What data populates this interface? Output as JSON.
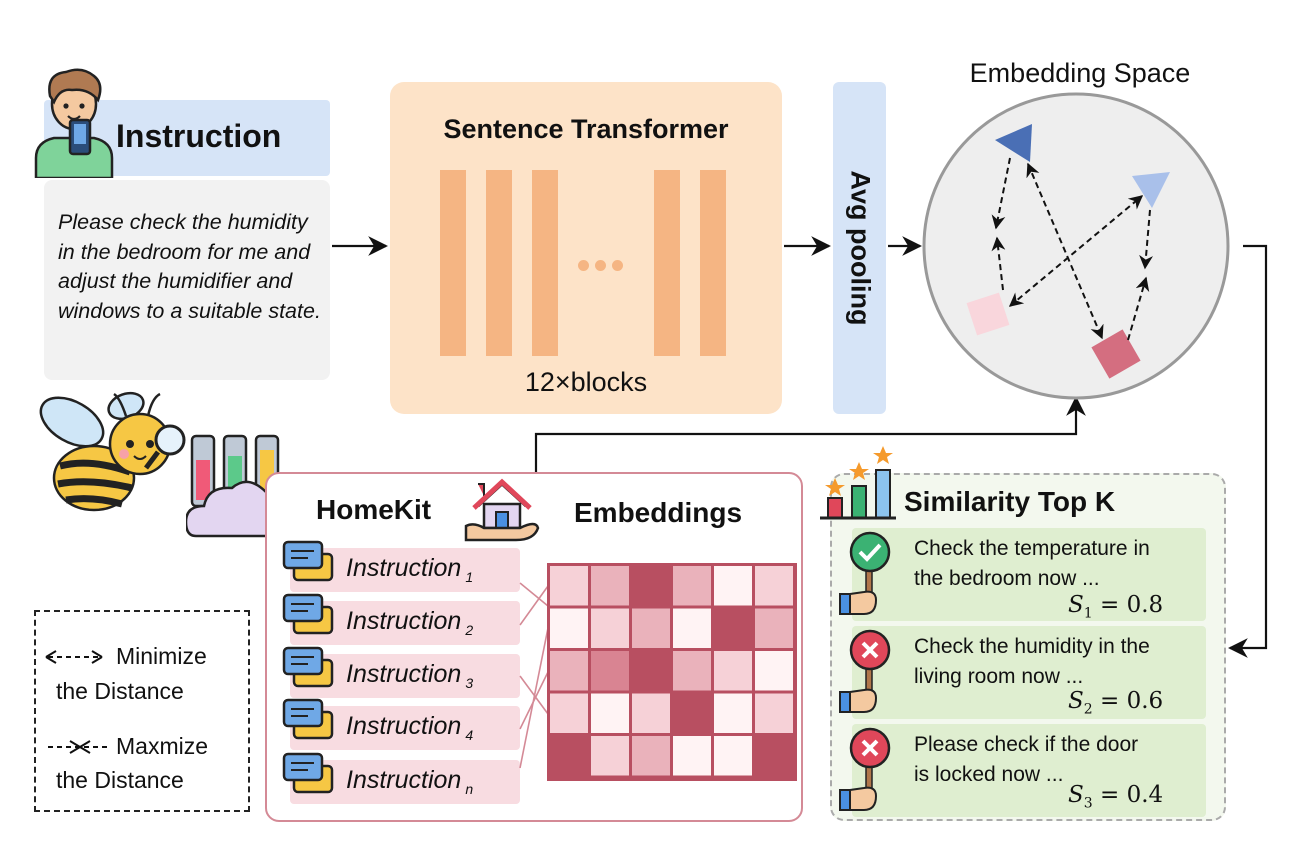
{
  "instruction": {
    "title": "Instruction",
    "text": "Please check the humidity in the bedroom for me and adjust the humidifier and windows to a suitable state."
  },
  "transformer": {
    "title": "Sentence Transformer",
    "subtitle": "12×blocks"
  },
  "pooling": {
    "label": "Avg pooling"
  },
  "embedding_space": {
    "title": "Embedding Space"
  },
  "homekit": {
    "title": "HomeKit",
    "embeddings_label": "Embeddings",
    "instructions": [
      {
        "label": "Instruction",
        "sub": "1"
      },
      {
        "label": "Instruction",
        "sub": "2"
      },
      {
        "label": "Instruction",
        "sub": "3"
      },
      {
        "label": "Instruction",
        "sub": "4"
      },
      {
        "label": "Instruction",
        "sub": "n"
      }
    ],
    "matrix": [
      [
        1,
        2,
        4,
        2,
        0,
        1
      ],
      [
        0,
        1,
        2,
        0,
        4,
        2
      ],
      [
        2,
        3,
        4,
        2,
        1,
        0
      ],
      [
        1,
        0,
        1,
        4,
        0,
        1
      ],
      [
        4,
        1,
        2,
        0,
        0,
        4
      ]
    ],
    "matrix_colors": [
      "#fff3f4",
      "#f6d1d7",
      "#eab2bb",
      "#d98492",
      "#b84f61"
    ]
  },
  "legend": {
    "minimize_line1": "Minimize",
    "minimize_line2": "the Distance",
    "maximize_line1": "Maxmize",
    "maximize_line2": "the Distance"
  },
  "similarity": {
    "title": "Similarity Top K",
    "results": [
      {
        "line1": "Check the temperature in",
        "line2": "the bedroom now ...",
        "score_label": "S",
        "score_sub": "1",
        "score_value": "= 0.8",
        "status": "match"
      },
      {
        "line1": "Check the humidity in the",
        "line2": "living room now ...",
        "score_label": "S",
        "score_sub": "2",
        "score_value": "= 0.6",
        "status": "mismatch"
      },
      {
        "line1": "Please check if the door",
        "line2": "is locked now ...",
        "score_label": "S",
        "score_sub": "3",
        "score_value": "= 0.4",
        "status": "mismatch"
      }
    ]
  },
  "colors": {
    "instruction_header": "#d6e4f7",
    "transformer_bg": "#fde3c8",
    "transformer_block": "#f5b583",
    "pooling_bg": "#d6e4f7",
    "homekit_border": "#d48a96",
    "result_bg": "#dfeed0",
    "check_green": "#3bb273",
    "cross_red": "#e0475a"
  }
}
